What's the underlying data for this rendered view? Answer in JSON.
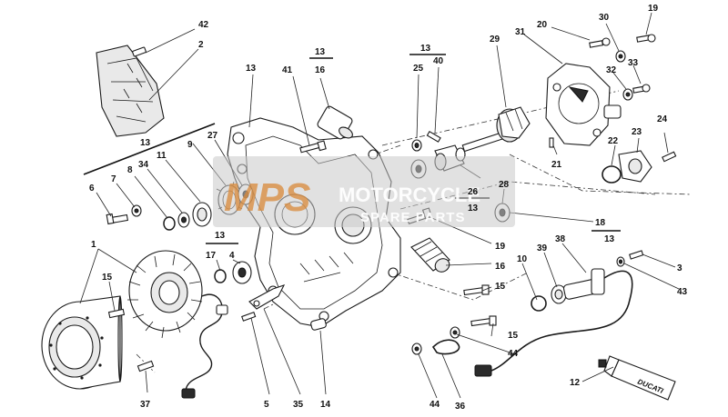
{
  "diagram": {
    "callouts": [
      "42",
      "2",
      "13",
      "13",
      "16",
      "13",
      "25",
      "40",
      "29",
      "31",
      "20",
      "30",
      "19",
      "32",
      "33",
      "41",
      "13",
      "9",
      "27",
      "11",
      "8",
      "34",
      "7",
      "6",
      "26",
      "13",
      "28",
      "22",
      "23",
      "24",
      "21",
      "13",
      "17",
      "4",
      "1",
      "15",
      "15",
      "15",
      "44",
      "44",
      "5",
      "35",
      "14",
      "36",
      "37",
      "16",
      "19",
      "18",
      "13",
      "10",
      "39",
      "38",
      "3",
      "43",
      "12"
    ],
    "watermark": {
      "logo": "MPS",
      "title": "MOTORCYCLE",
      "subtitle": "SPARE PARTS"
    },
    "tube_brand": "DUCATI"
  }
}
